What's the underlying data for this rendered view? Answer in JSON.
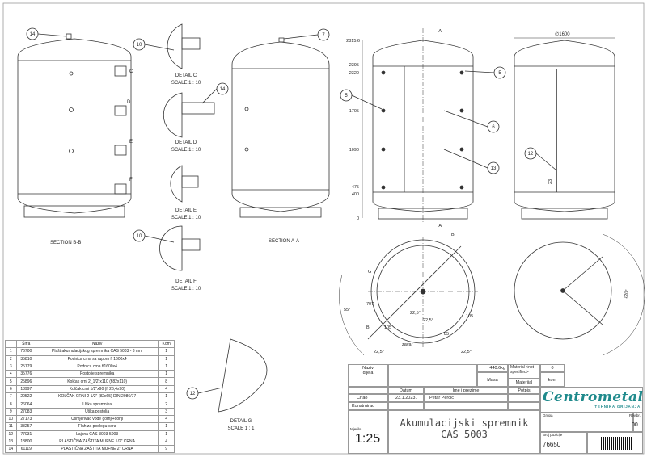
{
  "balloons": {
    "b14a": "14",
    "b10a": "10",
    "b14b": "14",
    "b10b": "10",
    "b7": "7",
    "b5a": "5",
    "b5b": "5",
    "b6": "6",
    "b13": "13",
    "b12a": "12",
    "b12b": "12"
  },
  "views": {
    "section_bb": "SECTION B-B",
    "section_aa": "SECTION A-A",
    "detail_c": "DETAIL C",
    "detail_d": "DETAIL D",
    "detail_e": "DETAIL E",
    "detail_f": "DETAIL F",
    "detail_g": "DETAIL G",
    "scale_10": "SCALE 1 : 10",
    "scale_1": "SCALE 1 : 1",
    "marker_c": "C",
    "marker_d": "D",
    "marker_e": "E",
    "marker_f": "F",
    "marker_g": "G",
    "marker_a": "A",
    "marker_b": "B"
  },
  "dimensions": {
    "h_top": "2815,6",
    "h_2395": "2395",
    "h_2320": "2320",
    "h_1705": "1705",
    "h_1090": "1090",
    "h_475": "475",
    "h_400": "400",
    "h_0": "0",
    "diameter": "∅1600",
    "d23": "23",
    "ang55": "55°",
    "ang22a": "22,5°",
    "ang22b": "22,5°",
    "ang22c": "22,5°",
    "ang22d": "22,5°",
    "d707": "707",
    "d105a": "105",
    "d105b": "105",
    "d85": "85",
    "ang120": "120°",
    "zavar": "zavar"
  },
  "parts_table": {
    "headers": [
      "",
      "Šifra",
      "Naziv",
      "Kom"
    ],
    "rows": [
      [
        "1",
        "76700",
        "Plašt akumulacijskog spremnika CAS 5003 - 3 mm",
        "1"
      ],
      [
        "2",
        "35810",
        "Podnica crna sa rupom fi 1600x4",
        "1"
      ],
      [
        "3",
        "25179",
        "Podnica crna fi1600x4",
        "1"
      ],
      [
        "4",
        "35776",
        "Postolje spremnika",
        "1"
      ],
      [
        "5",
        "25896",
        "Kolčak crni 2_1/2\"x110 (fi82x110)",
        "8"
      ],
      [
        "6",
        "18997",
        "Kolčak crni 1/2\"x90 (fi 26,4x90)",
        "4"
      ],
      [
        "7",
        "20522",
        "KOLČAK CRNI 2 1/2\" (82x65) DIN 2986/77",
        "1"
      ],
      [
        "8",
        "26064",
        "Uška spremnika",
        "2"
      ],
      [
        "9",
        "27083",
        "Uška postolja",
        "3"
      ],
      [
        "10",
        "27173",
        "Usmjerivač vode gornji+donji",
        "4"
      ],
      [
        "11",
        "33257",
        "Flah za podlogu vara",
        "1"
      ],
      [
        "12",
        "77031",
        "Lajsna CAS-3003-5003",
        "1"
      ],
      [
        "13",
        "18800",
        "PLASTIČNA ZAŠTITA MUFNE 1/2\" CRNA",
        "4"
      ],
      [
        "14",
        "61119",
        "PLASTIČNA ZAŠTITA MUFNE 2\" CRNA",
        "9"
      ]
    ]
  },
  "title_block": {
    "naziv_label": "Naziv\ndijela",
    "mass_value": "440.6kg",
    "material_value": "Material <not specified>",
    "qty_value": "0",
    "masa_label": "Masa",
    "materijal_label": "Materijal",
    "kom_label": "kom",
    "datum_label": "Datum",
    "ime_label": "Ime i prezime",
    "potpis_label": "Potpis",
    "crtao_label": "Crtao",
    "crtao_date": "23.1.2023.",
    "crtao_name": "Petar Perčić",
    "konstruirao_label": "Konstruirao",
    "mjerilo_label": "Mjerilo",
    "scale": "1:25",
    "title_line1": "Akumulacijski spremnik",
    "title_line2": "CAS 5003",
    "logo": "Centrometal",
    "logo_sub": "TEHNIKA GRIJANJA",
    "grupa_label": "Grupa",
    "rev_label": "Rev.br.",
    "rev_value": "00",
    "broj_label": "Broj pozicije",
    "broj_value": "76650"
  },
  "colors": {
    "line": "#333333",
    "logo": "#1f8a8c"
  }
}
